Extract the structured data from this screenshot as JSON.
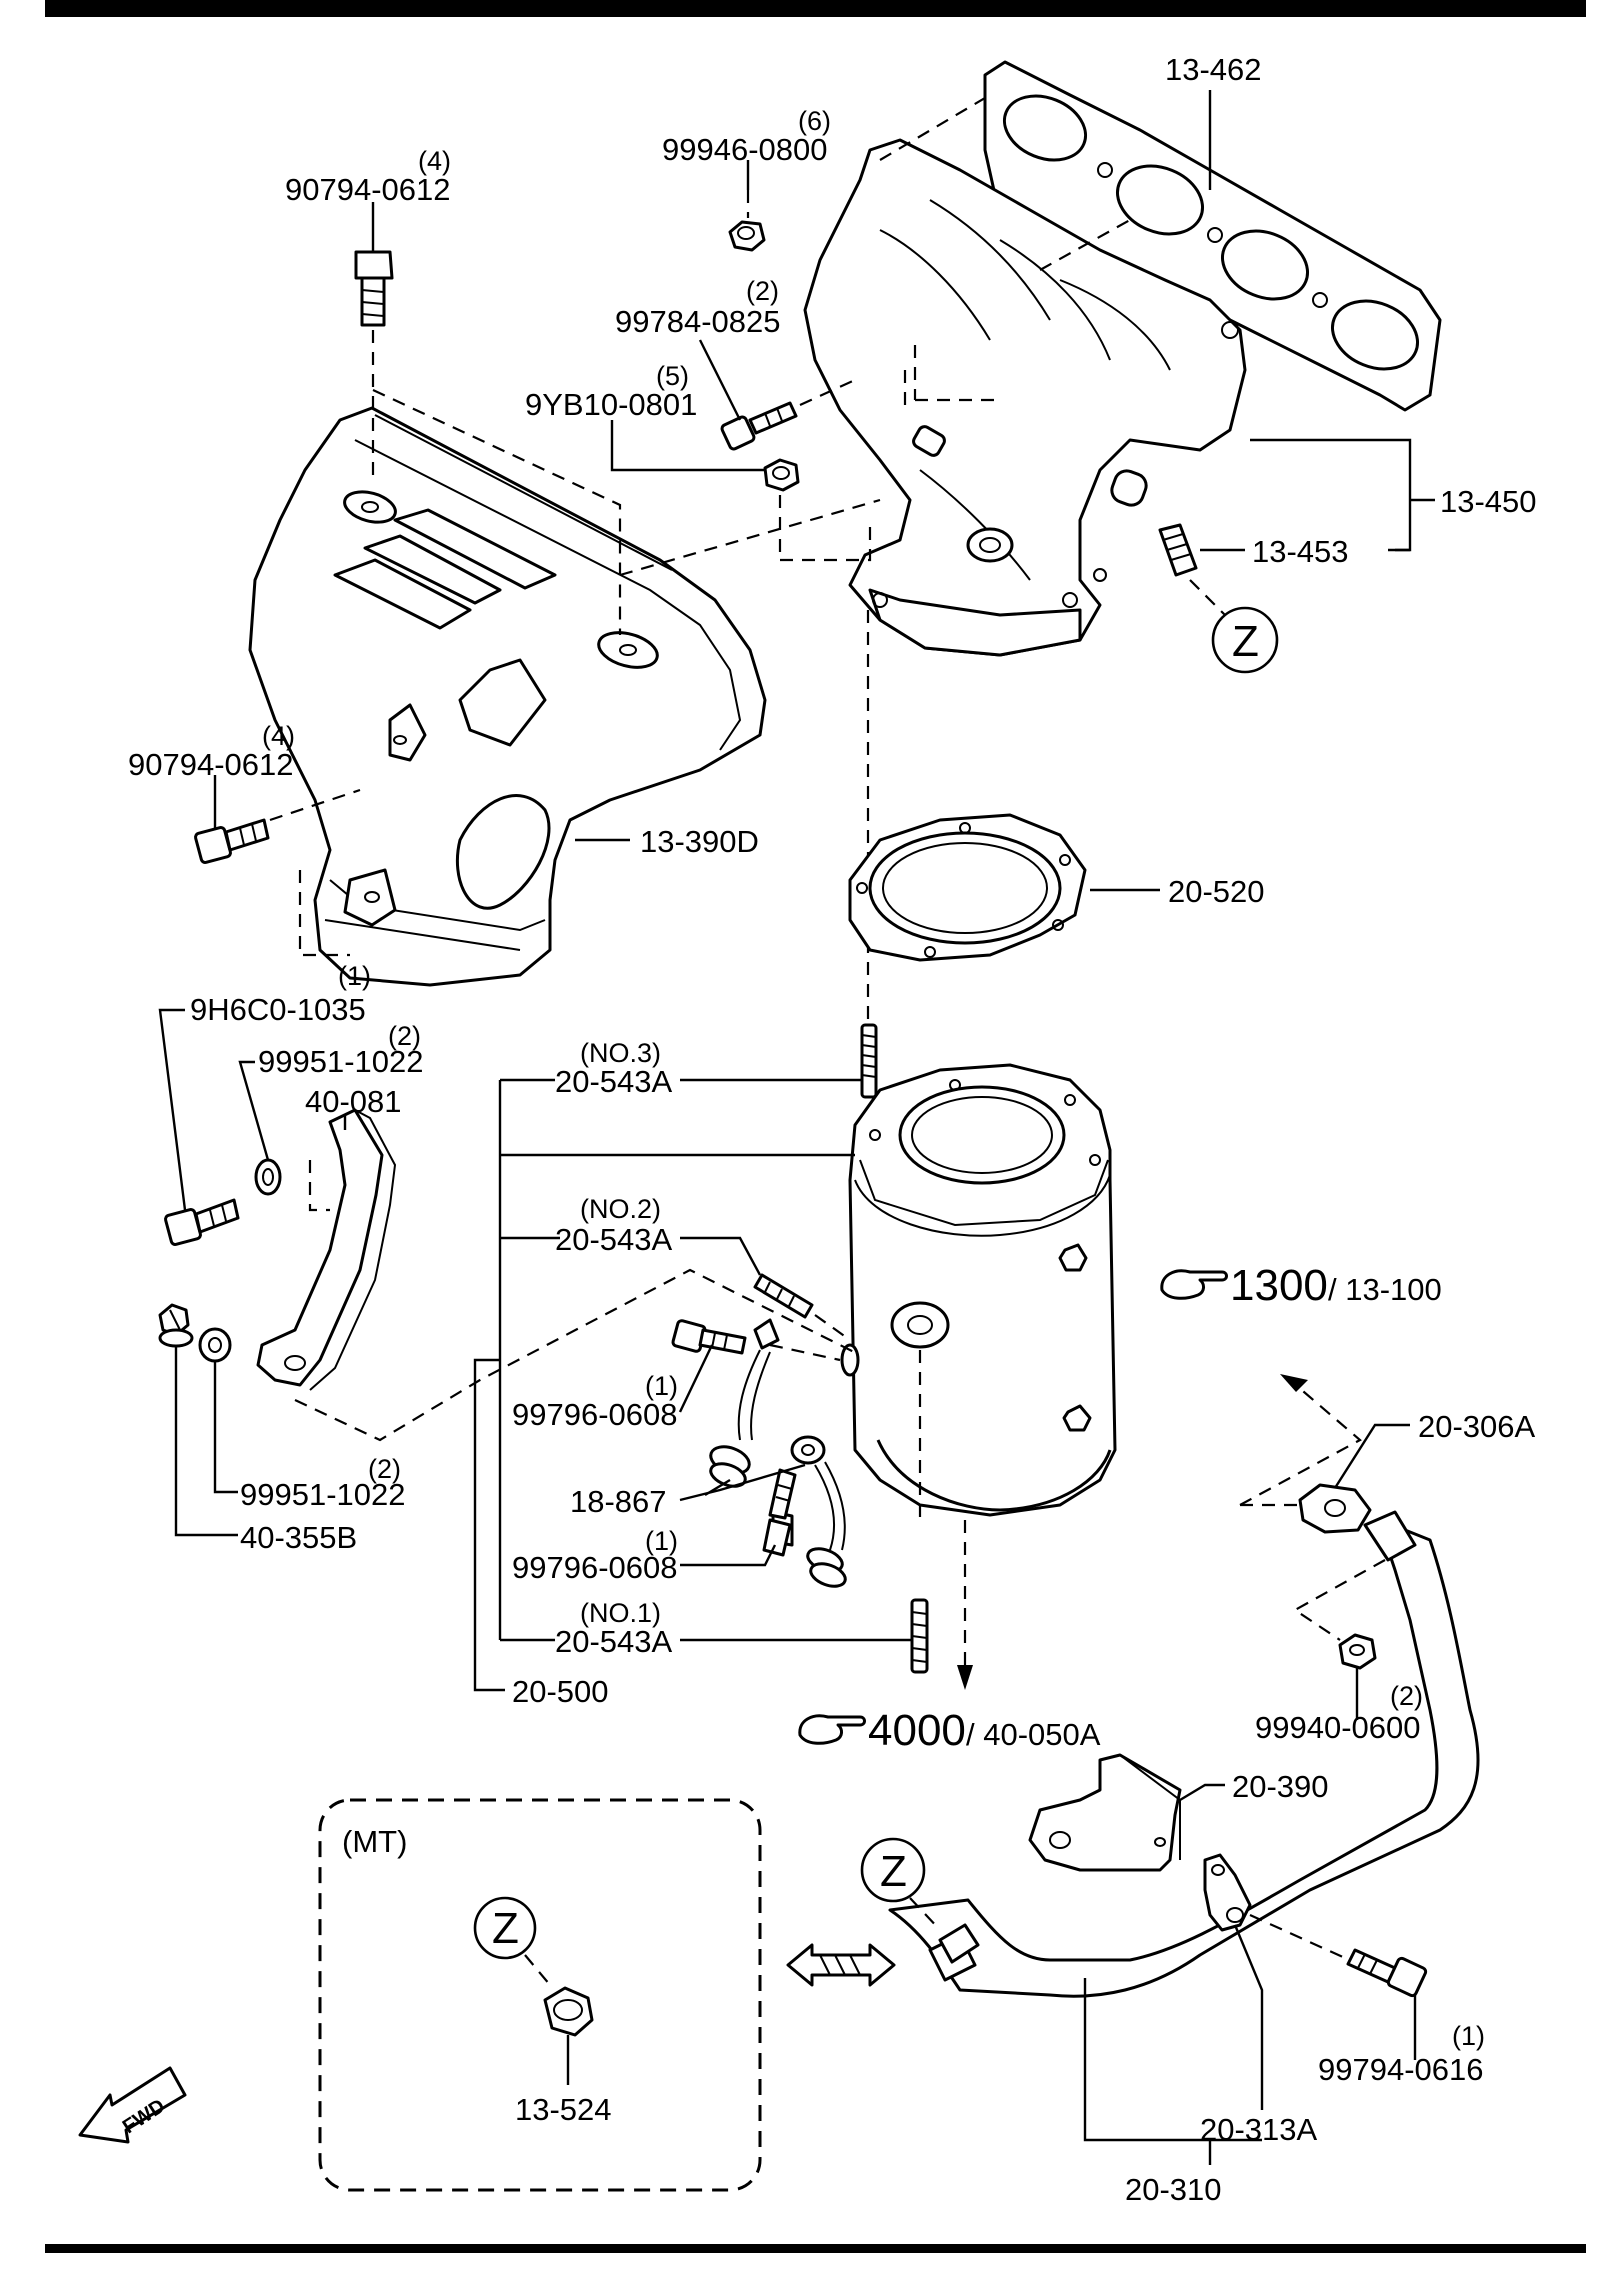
{
  "labels": {
    "gasket_13_462": "13-462",
    "nut_99946_qty": "(6)",
    "nut_99946": "99946-0800",
    "bolt_90794_top_qty": "(4)",
    "bolt_90794_top": "90794-0612",
    "bolt_99784_qty": "(2)",
    "bolt_99784": "99784-0825",
    "nut_9yb10_qty": "(5)",
    "nut_9yb10": "9YB10-0801",
    "manifold_13_450": "13-450",
    "plug_13_453": "13-453",
    "bolt_90794_side_qty": "(4)",
    "bolt_90794_side": "90794-0612",
    "insulator_13_390d": "13-390D",
    "gasket_20_520": "20-520",
    "bolt_9h6c0_qty": "(1)",
    "bolt_9h6c0": "9H6C0-1035",
    "washer_99951_top_qty": "(2)",
    "washer_99951_top": "99951-1022",
    "bracket_40_081": "40-081",
    "stud_no3_tag": "(NO.3)",
    "stud_no3": "20-543A",
    "stud_no2_tag": "(NO.2)",
    "stud_no2": "20-543A",
    "bolt_99796_a_qty": "(1)",
    "bolt_99796_a": "99796-0608",
    "washer_99951_bottom_qty": "(2)",
    "washer_99951_bottom": "99951-1022",
    "sensor_18_867": "18-867",
    "bolt_40_355b": "40-355B",
    "bolt_99796_b_qty": "(1)",
    "bolt_99796_b": "99796-0608",
    "stud_no1_tag": "(NO.1)",
    "stud_no1": "20-543A",
    "converter_20_500": "20-500",
    "ref_1300_num": "1300",
    "ref_1300_part": "/ 13-100",
    "gasket_20_306a": "20-306A",
    "ref_4000_num": "4000",
    "ref_4000_part": "/ 40-050A",
    "nut_99940_qty": "(2)",
    "nut_99940": "99940-0600",
    "bracket_20_390": "20-390",
    "mt_tag": "(MT)",
    "z_marker": "Z",
    "fitting_13_524": "13-524",
    "bolt_99794_qty": "(1)",
    "bolt_99794": "99794-0616",
    "clamp_20_313a": "20-313A",
    "pipe_20_310": "20-310",
    "fwd": "FWD"
  },
  "icons": [
    "hand-pointer-icon",
    "fwd-arrow-icon",
    "double-arrow-icon"
  ]
}
